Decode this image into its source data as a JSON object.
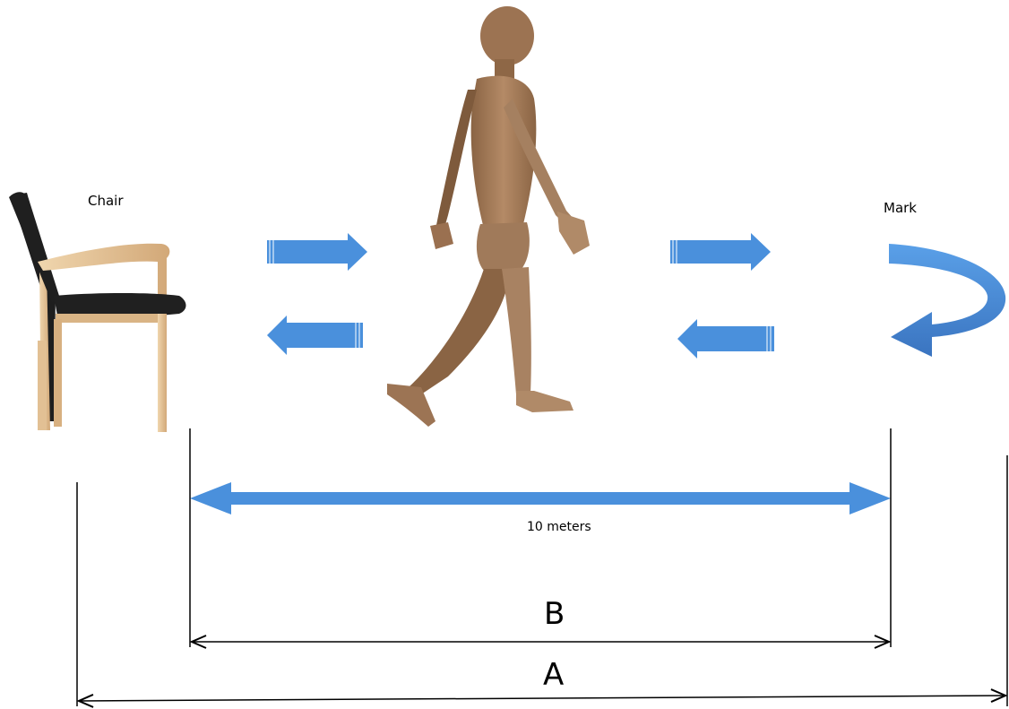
{
  "labels": {
    "chair": "Chair",
    "mark": "Mark",
    "distance": "10 meters",
    "dim_b": "B",
    "dim_a": "A"
  },
  "colors": {
    "arrow_blue": "#4a90dc",
    "arrow_blue_dark": "#3a78c4",
    "dimension_line": "#000000",
    "chair_wood": "#e8c89a",
    "chair_wood_shade": "#c9a070",
    "chair_seat": "#1e1e1e",
    "skin": "#a07a5a",
    "skin_shade": "#7a5638"
  },
  "icons": [
    "chair-icon",
    "walking-person-icon",
    "turn-around-arrow-icon"
  ]
}
